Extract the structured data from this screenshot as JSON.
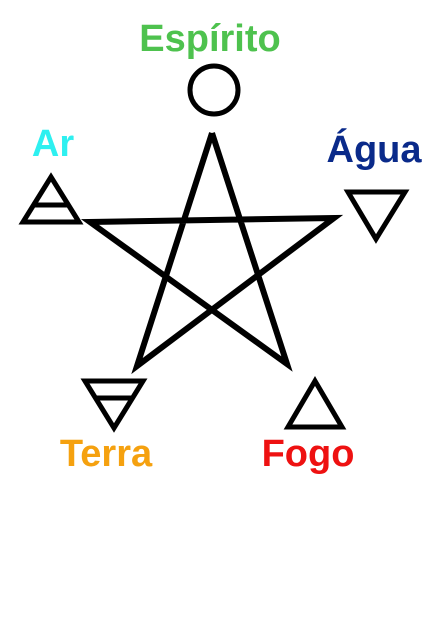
{
  "elements": {
    "spirit": {
      "label": "Espírito",
      "color": "#4ec24e",
      "symbol": "circle-icon"
    },
    "water": {
      "label": "Água",
      "color": "#0a2a8a",
      "symbol": "down-triangle-icon"
    },
    "air": {
      "label": "Ar",
      "color": "#2ef0f0",
      "symbol": "up-triangle-bar-icon"
    },
    "earth": {
      "label": "Terra",
      "color": "#f5a10f",
      "symbol": "down-triangle-bar-icon"
    },
    "fire": {
      "label": "Fogo",
      "color": "#ee1111",
      "symbol": "up-triangle-icon"
    }
  },
  "stroke_color": "#000000"
}
